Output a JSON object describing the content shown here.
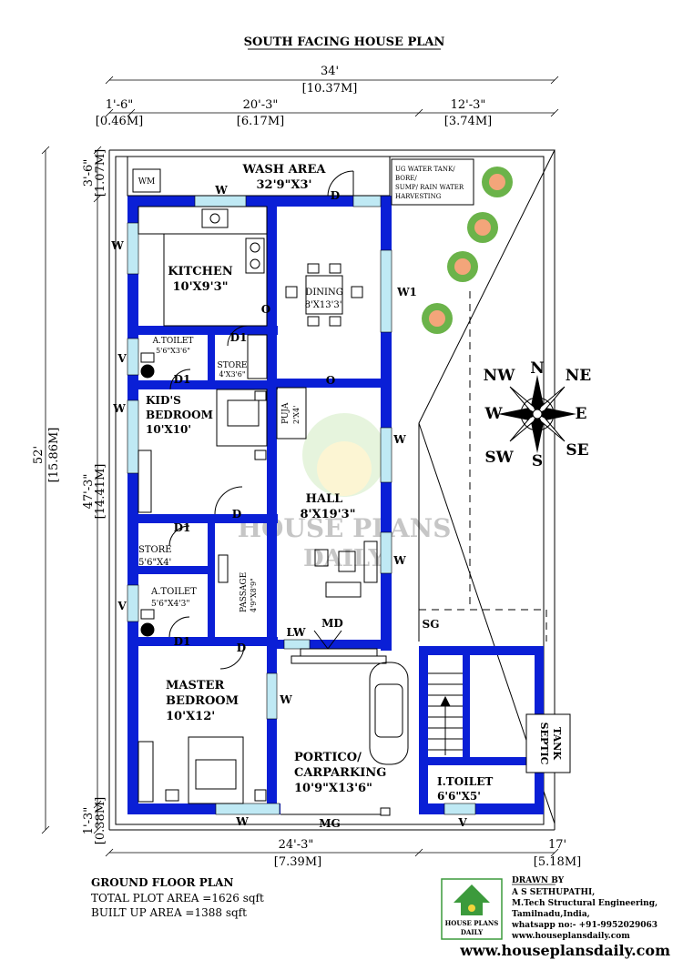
{
  "title": "SOUTH FACING HOUSE PLAN",
  "dimensions": {
    "overall_width": "34'",
    "overall_width_m": "[10.37M]",
    "left_strip": "1'-6\"",
    "left_strip_m": "[0.46M]",
    "house_width": "20'-3\"",
    "house_width_m": "[6.17M]",
    "right_top": "12'-3\"",
    "right_top_m": "[3.74M]",
    "overall_depth": "52'",
    "overall_depth_m": "[15.86M]",
    "house_depth": "47'-3\"",
    "house_depth_m": "[14.41M]",
    "top_strip": "3'-6\"",
    "top_strip_m": "[1.07M]",
    "bottom_strip": "1'-3\"",
    "bottom_strip_m": "[0.38M]",
    "bottom_left": "24'-3\"",
    "bottom_left_m": "[7.39M]",
    "bottom_right": "17'",
    "bottom_right_m": "[5.18M]"
  },
  "rooms": {
    "wash_area": "WASH AREA",
    "wash_area_size": "32'9\"X3'",
    "wm": "WM",
    "ug_tank_1": "UG WATER TANK/",
    "ug_tank_2": "BORE/",
    "ug_tank_3": "SUMP/ RAIN WATER",
    "ug_tank_4": "HARVESTING",
    "kitchen": "KITCHEN",
    "kitchen_size": "10'X9'3\"",
    "dining": "DINING",
    "dining_size": "8'X13'3\"",
    "a_toilet_1": "A.TOILET",
    "a_toilet_1_size": "5'6\"X3'6\"",
    "store_1": "STORE",
    "store_1_size": "4'X3'6\"",
    "kids_bedroom_1": "KID'S",
    "kids_bedroom_2": "BEDROOM",
    "kids_bedroom_size": "10'X10'",
    "puja": "PUJA",
    "puja_size": "2'X4'",
    "hall": "HALL",
    "hall_size": "8'X19'3\"",
    "store_2": "STORE",
    "store_2_size": "5'6\"X4'",
    "passage": "PASSAGE",
    "passage_size": "4'9\"X8'9\"",
    "a_toilet_2": "A.TOILET",
    "a_toilet_2_size": "5'6\"X4'3\"",
    "master_1": "MASTER",
    "master_2": "BEDROOM",
    "master_size": "10'X12'",
    "portico_1": "PORTICO/",
    "portico_2": "CARPARKING",
    "portico_size": "10'9\"X13'6\"",
    "i_toilet": "I.TOILET",
    "i_toilet_size": "6'6\"X5'",
    "septic_1": "SEPTIC",
    "septic_2": "TANK"
  },
  "openings": {
    "w": "W",
    "w1": "W1",
    "v": "V",
    "d": "D",
    "d1": "D1",
    "o": "O",
    "lw": "LW",
    "md": "MD",
    "mg": "MG",
    "sg": "SG"
  },
  "compass": {
    "n": "N",
    "ne": "NE",
    "e": "E",
    "se": "SE",
    "s": "S",
    "sw": "SW",
    "w": "W",
    "nw": "NW"
  },
  "watermark": {
    "line1": "HOUSE PLANS",
    "line2": "DAILY"
  },
  "footer": {
    "plan_name": "GROUND FLOOR PLAN",
    "plot_area": "TOTAL PLOT AREA =1626 sqft",
    "built_area": "BUILT UP AREA =1388 sqft",
    "logo_line1": "HOUSE PLANS",
    "logo_line2": "DAILY",
    "drawn_by": "DRAWN BY",
    "name": "A S SETHUPATHI,",
    "degree": "M.Tech Structural Engineering,",
    "location": "Tamilnadu,India,",
    "whatsapp": "whatsapp no:- +91-9952029063",
    "site": "www.houseplansdaily.com",
    "big_url": "www.houseplansdaily.com"
  },
  "colors": {
    "wall": "#0a1fd6",
    "window": "#bfe9f4",
    "compass_text": "#d62020",
    "logo_green": "#3c9a3c"
  }
}
